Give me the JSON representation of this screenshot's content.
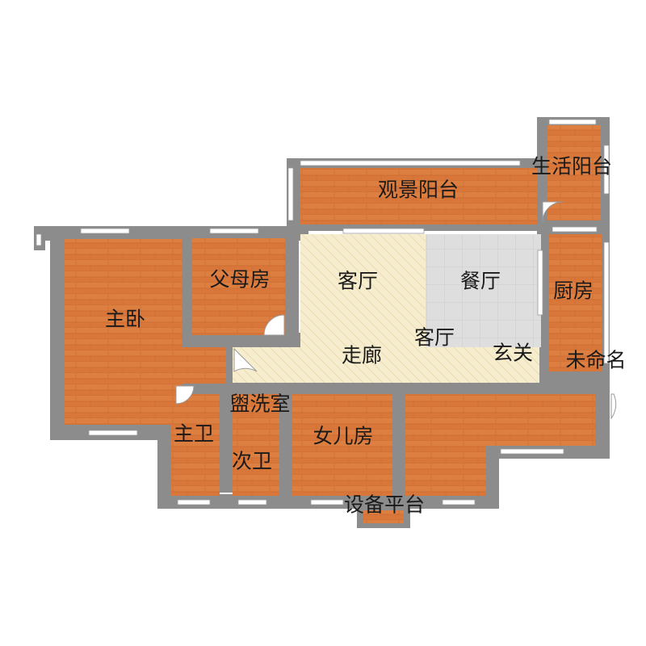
{
  "rooms": {
    "view_balcony": "观景阳台",
    "utility_balcony": "生活阳台",
    "parents_room": "父母房",
    "living_room": "客厅",
    "dining_room": "餐厅",
    "kitchen": "厨房",
    "master_bedroom": "主卧",
    "hallway": "走廊",
    "living_room_2": "客厅",
    "foyer": "玄关",
    "unnamed": "未命名",
    "washroom": "盥洗室",
    "master_bath": "主卫",
    "second_bath": "次卫",
    "daughter_room": "女儿房",
    "equipment_platform": "设备平台"
  },
  "colors": {
    "wood_floor": "#d9773a",
    "wall": "#8c8c8c",
    "living_floor": "#f6edcf",
    "dining_floor": "#dcdcdc"
  }
}
